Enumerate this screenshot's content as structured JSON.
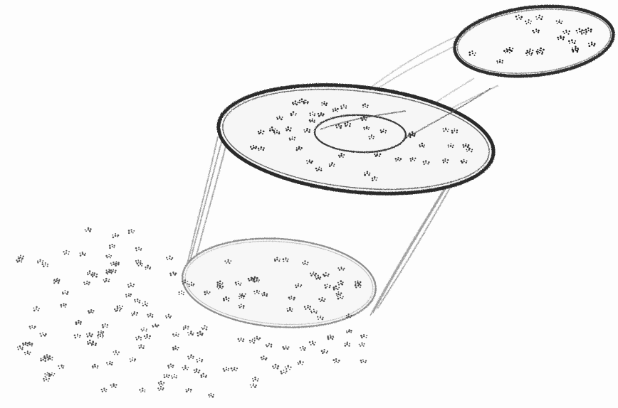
{
  "drawing": {
    "style": "pencil-sketch",
    "ink_color": "#3a3a3a",
    "rim_color": "#2b2b2b",
    "faint_color": "#9a9a9a",
    "paper_color": "#fdfdfd",
    "subjects": [
      "small-upper-disk",
      "middle-ring-disk",
      "inner-small-circle",
      "lower-base-ellipse",
      "cone-sides",
      "dotted-ground-pattern"
    ]
  }
}
